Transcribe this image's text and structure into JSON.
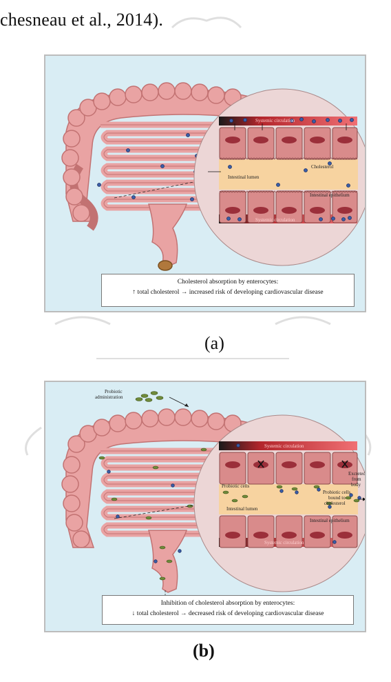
{
  "citation_fragment": "chesneau et al., 2014).",
  "figure_a": {
    "label": "(a)",
    "systemic_top": "Systemic circulation",
    "systemic_bottom": "Systemic circulation",
    "cholesterol": "Cholesterol",
    "intestinal_lumen": "Intestinal lumen",
    "intestinal_epithelium": "Intestinal epithelium",
    "caption_line1": "Cholesterol absorption by enterocytes:",
    "caption_line2": "↑ total cholesterol → increased risk of developing cardiovascular disease"
  },
  "figure_b": {
    "label": "(b)",
    "probiotic_admin_line1": "Probiotic",
    "probiotic_admin_line2": "administration",
    "systemic_top": "Systemic circulation",
    "systemic_bottom": "Systemic circulation",
    "probiotic_cells": "Probiotic cells",
    "intestinal_lumen": "Intestinal lumen",
    "intestinal_epithelium": "Intestinal epithelium",
    "bound_line1": "Probiotic cells",
    "bound_line2": "bound to",
    "bound_line3": "cholesterol",
    "excreted_line1": "Excreted",
    "excreted_line2": "from",
    "excreted_line3": "body",
    "caption_line1": "Inhibition of cholesterol absorption by enterocytes:",
    "caption_line2": "↓ total cholesterol → decreased risk of developing cardiovascular disease"
  },
  "colors": {
    "background_panel": "#d9edf4",
    "intestine": "#e9a3a3",
    "lumen": "#f7d3a0",
    "circle": "#ecd6d6",
    "cholesterol_dot": "#3b5ea8",
    "probiotic": "#6f8a3a",
    "circulation_red": "#e8363e"
  }
}
